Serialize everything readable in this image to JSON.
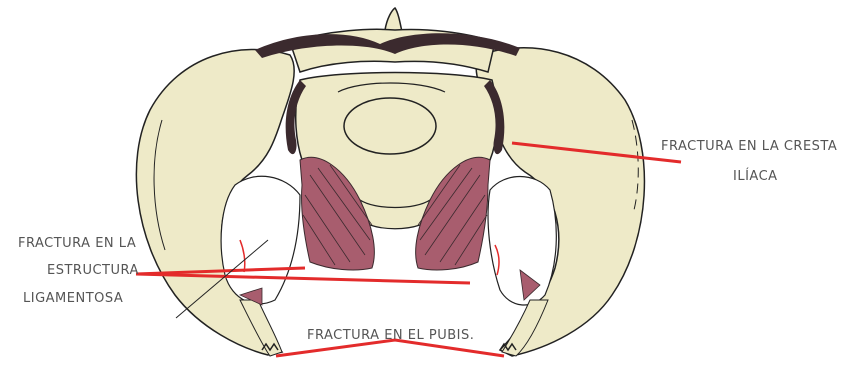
{
  "labels": {
    "iliac_crest_fracture": [
      "FRACTURA EN LA CRESTA",
      "ILÍACA"
    ],
    "ligament_fracture": [
      "FRACTURA EN LA",
      "ESTRUCTURA",
      "LIGAMENTOSA"
    ],
    "pubis_fracture": "FRACTURA EN EL PUBIS."
  },
  "colors": {
    "bone": "#eeeac8",
    "outline": "#222222",
    "muscle": "#a85d6e",
    "ligament": "#3b2a2e",
    "fracture_line": "#e32b2b",
    "label_text": "#555555"
  }
}
